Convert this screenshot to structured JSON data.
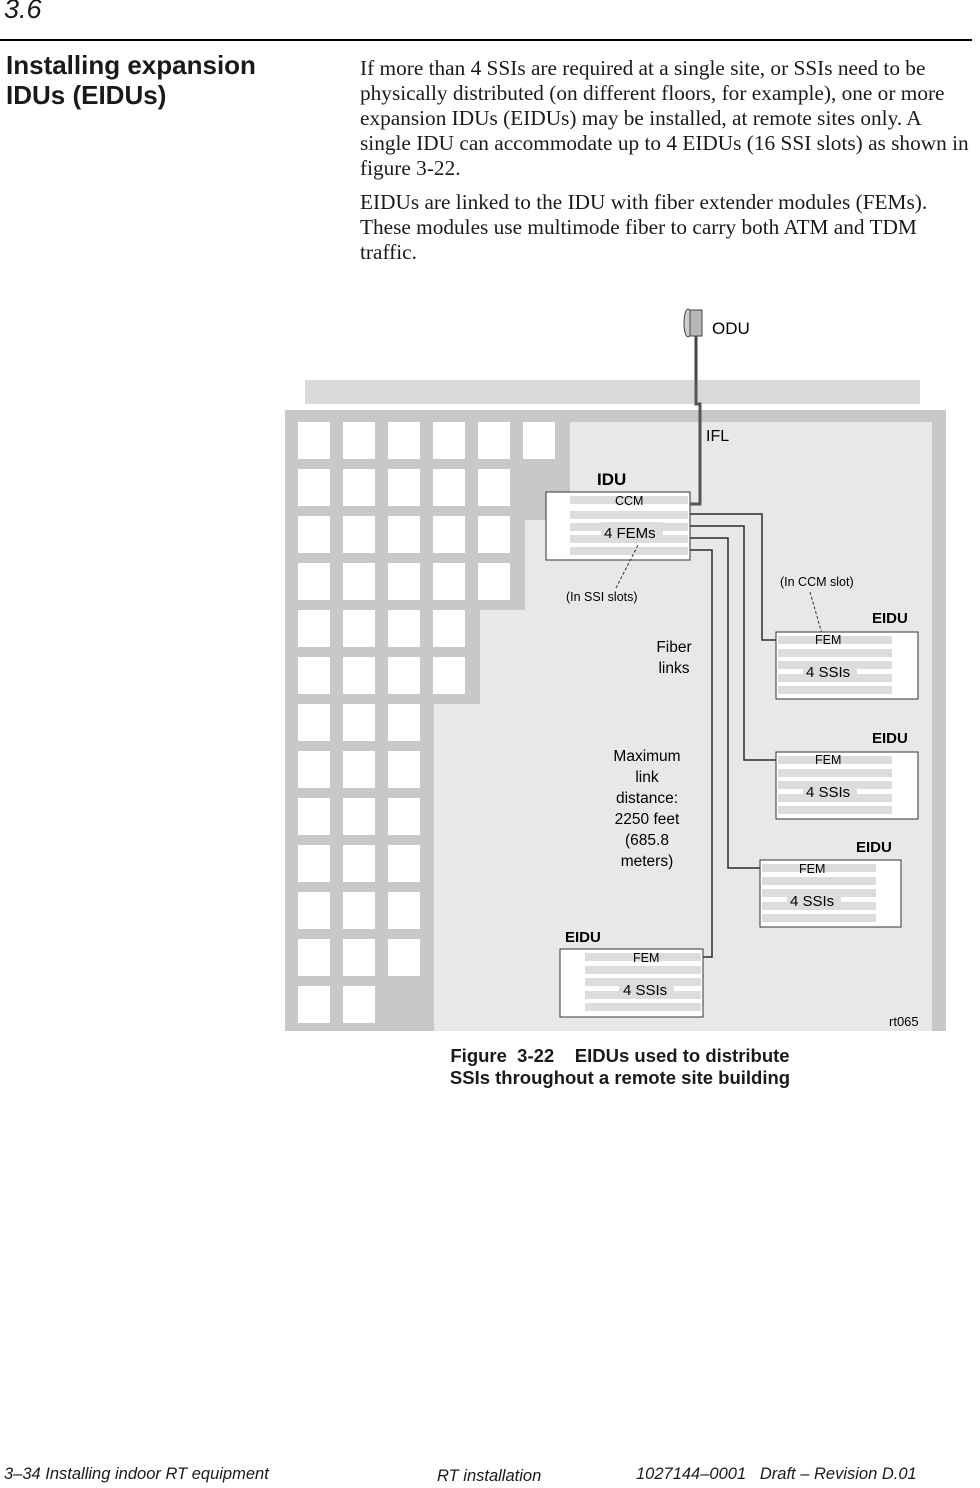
{
  "header": {
    "section_number": "3.6",
    "heading_line1": "Installing expansion",
    "heading_line2": "IDUs (EIDUs)"
  },
  "body": {
    "paragraph1": "If more than 4 SSIs are required at a single site, or SSIs need to be physically distributed (on different floors, for example), one or more expansion IDUs (EIDUs) may be installed, at remote sites only. A single IDU can accommodate up to 4 EIDUs (16 SSI slots) as shown in figure 3-22.",
    "paragraph2": "EIDUs are linked to the IDU with fiber extender modules (FEMs). These modules use multimode fiber to carry both ATM and TDM traffic."
  },
  "figure": {
    "odu_label": "ODU",
    "ifl_label": "IFL",
    "idu_label": "IDU",
    "ccm_label": "CCM",
    "fems_label": "4 FEMs",
    "in_ssi_slots": "(In SSI slots)",
    "in_ccm_slot": "(In CCM slot)",
    "fiber_links": [
      "Fiber",
      "links"
    ],
    "max_distance": [
      "Maximum",
      "link",
      "distance:",
      "2250 feet",
      "(685.8",
      "meters)"
    ],
    "eidus": [
      {
        "title": "EIDU",
        "module": "FEM",
        "slots": "4 SSIs"
      },
      {
        "title": "EIDU",
        "module": "FEM",
        "slots": "4 SSIs"
      },
      {
        "title": "EIDU",
        "module": "FEM",
        "slots": "4 SSIs"
      },
      {
        "title": "EIDU",
        "module": "FEM",
        "slots": "4 SSIs"
      }
    ],
    "drawing_id": "rt065",
    "colors": {
      "building": "#d9d9d9",
      "wall": "#c8c8c8",
      "window": "#ffffff",
      "interior": "#e8e8e8",
      "slot": "#dcdcdc",
      "line": "#2a2a2a"
    }
  },
  "caption": {
    "line1": "Figure  3-22    EIDUs used to distribute",
    "line2": "SSIs throughout a remote site building"
  },
  "footer": {
    "left": "3–34  Installing indoor RT equipment",
    "center": "RT installation",
    "right": "1027144–0001   Draft – Revision D.01"
  }
}
